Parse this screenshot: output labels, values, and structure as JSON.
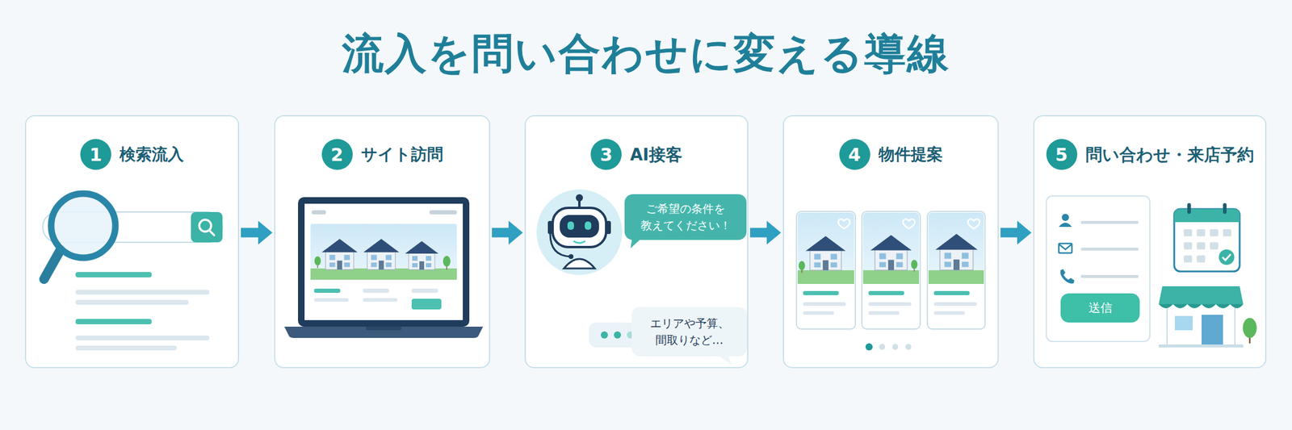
{
  "diagram": {
    "title": "流入を問い合わせに変える導線",
    "nodes": [
      {
        "text": [
          "1",
          "検索流入"
        ]
      },
      {
        "text": [
          "2",
          "サイト訪問"
        ]
      },
      {
        "text": [
          "3",
          "AI接客"
        ]
      },
      {
        "text": [
          "4",
          "物件提案"
        ]
      },
      {
        "text": [
          "5",
          "問い合わせ・来店予約"
        ]
      },
      {
        "text": [
          "ご希望の条件を 教えてください！"
        ],
        "in": 2
      },
      {
        "text": [
          "エリアや予算、 間取りなど…"
        ],
        "in": 2
      },
      {
        "text": [
          "送信"
        ],
        "in": 4
      }
    ],
    "edges": [
      {
        "from": 0,
        "to": 1,
        "arrow": "to"
      },
      {
        "from": 1,
        "to": 2,
        "arrow": "to"
      },
      {
        "from": 2,
        "to": 3,
        "arrow": "to"
      },
      {
        "from": 3,
        "to": 4,
        "arrow": "to"
      }
    ]
  }
}
